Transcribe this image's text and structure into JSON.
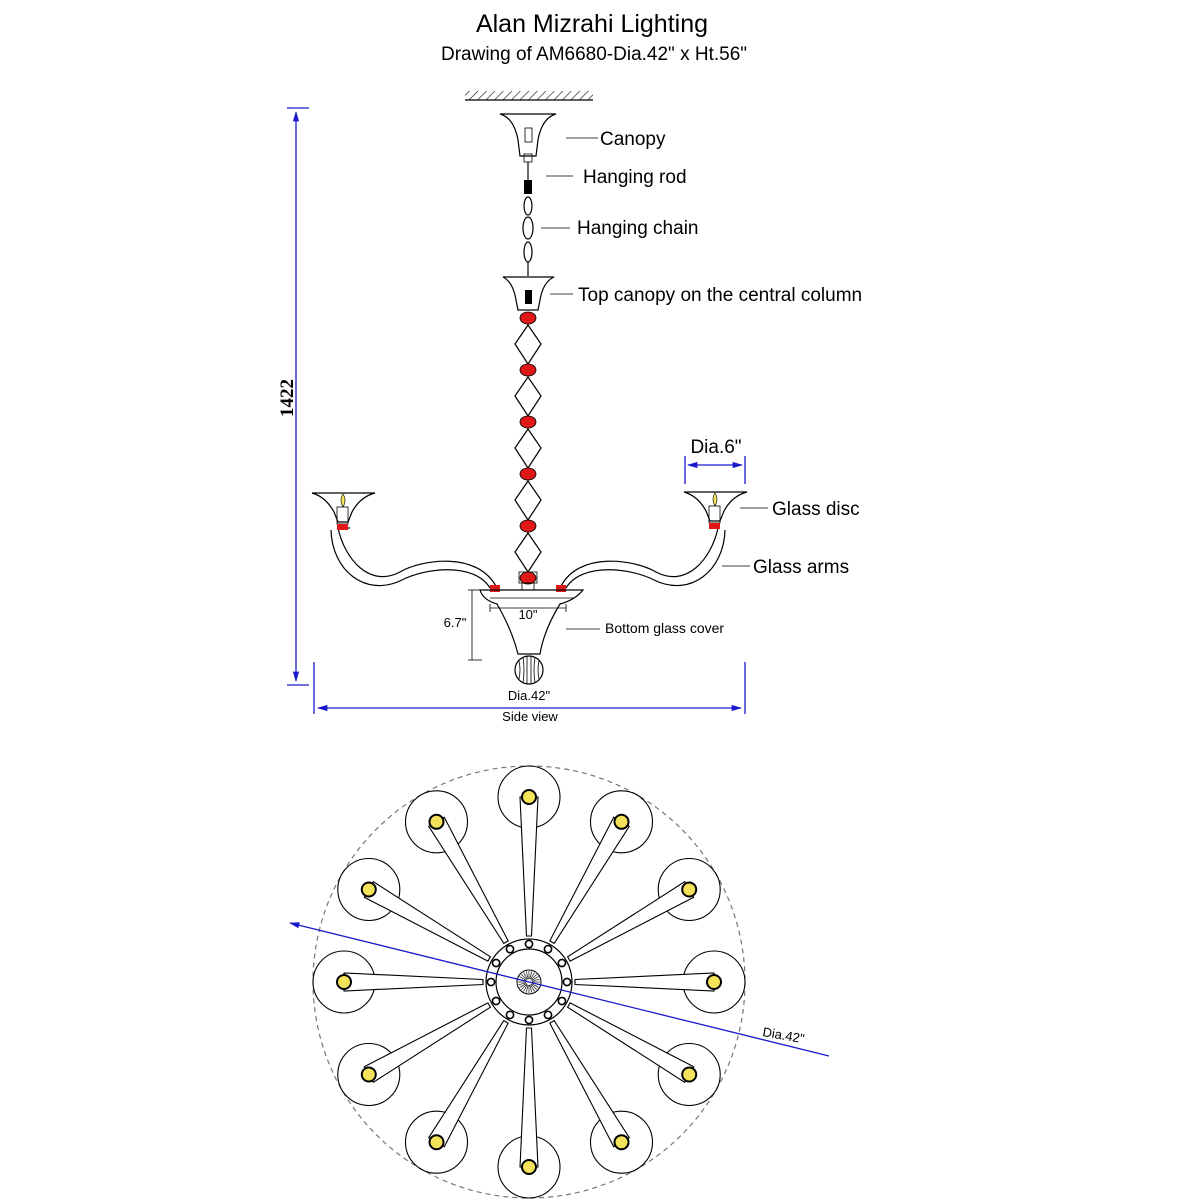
{
  "header": {
    "title": "Alan Mizrahi Lighting",
    "subtitle": "Drawing of AM6680-Dia.42\" x Ht.56\""
  },
  "side_view": {
    "caption": "Side view",
    "height_dimension": "1422",
    "width_dimension": "Dia.42\"",
    "cup_dimension": "Dia.6\"",
    "base_width_dimension": "10\"",
    "base_height_dimension": "6.7\"",
    "labels": {
      "canopy": "Canopy",
      "hanging_rod": "Hanging rod",
      "hanging_chain": "Hanging chain",
      "top_canopy": "Top canopy on the central column",
      "glass_disc": "Glass disc",
      "glass_arms": "Glass arms",
      "bottom_cover": "Bottom glass cover"
    }
  },
  "top_view": {
    "diameter_dimension": "Dia.42\"",
    "arm_count": 12
  },
  "colors": {
    "dimension_line": "#1a1acc",
    "accent_beads": "#e01818",
    "bulb": "#f4e25a",
    "outline": "#000000"
  }
}
